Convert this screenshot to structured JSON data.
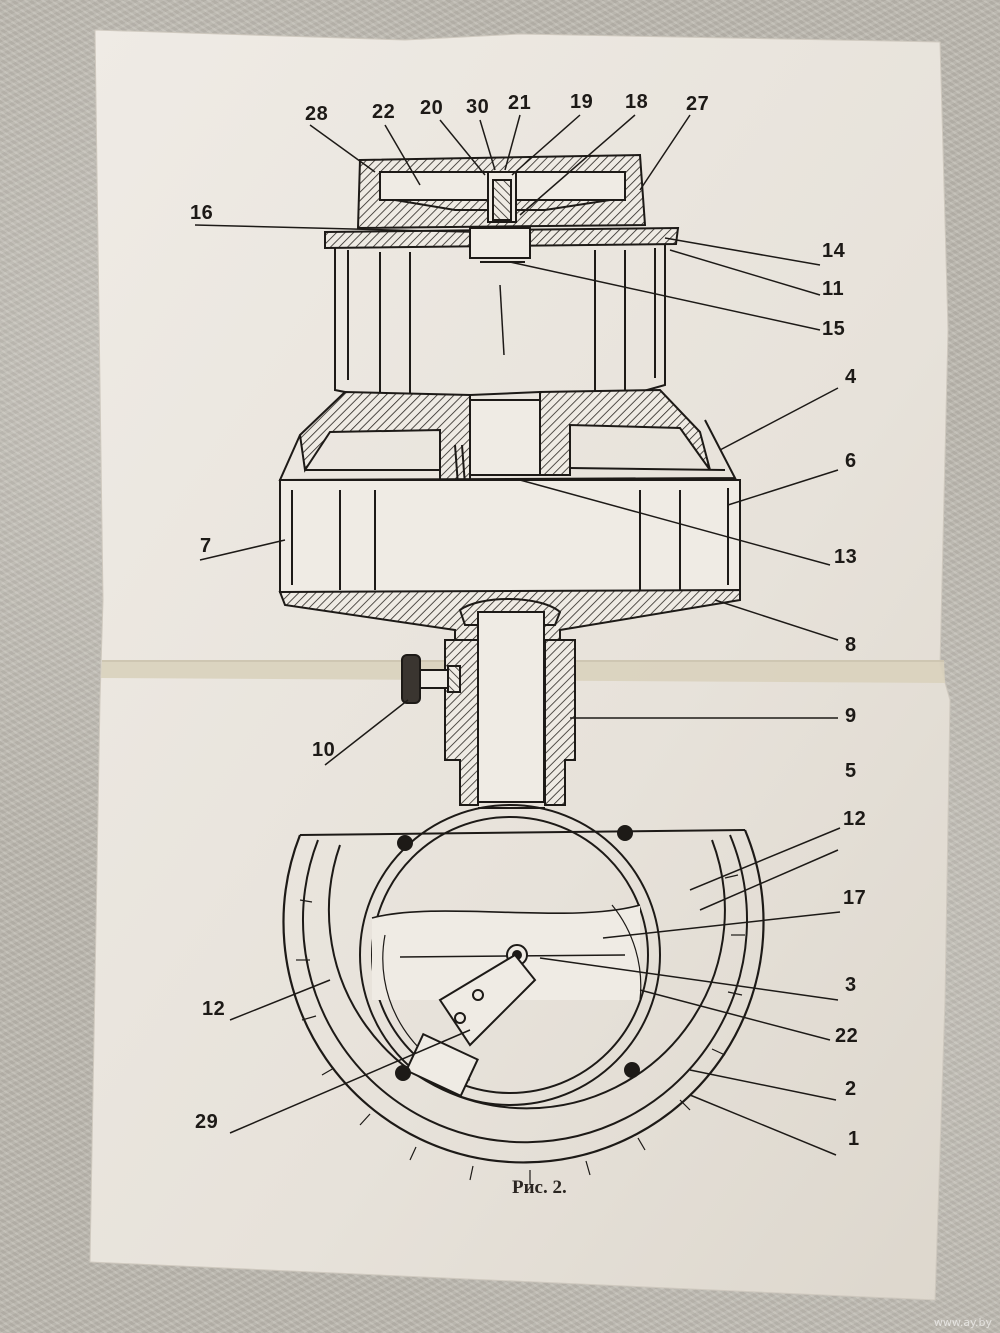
{
  "figure": {
    "caption": "Рис. 2.",
    "callouts": {
      "c28": "28",
      "c22_top": "22",
      "c20": "20",
      "c30": "30",
      "c21": "21",
      "c19": "19",
      "c18": "18",
      "c27": "27",
      "c16": "16",
      "c14": "14",
      "c11": "11",
      "c15": "15",
      "c4": "4",
      "c6": "6",
      "c7": "7",
      "c13": "13",
      "c8": "8",
      "c9": "9",
      "c10": "10",
      "c5": "5",
      "c12_right": "12",
      "c17": "17",
      "c12_left": "12",
      "c3": "3",
      "c22_bottom": "22",
      "c2": "2",
      "c29": "29",
      "c1": "1"
    }
  },
  "watermark": "www.ay.by",
  "colors": {
    "paper": "#e9e4dd",
    "ink": "#1d1a17",
    "fold": "#d9d1bd",
    "background": "#bdb9b0"
  }
}
